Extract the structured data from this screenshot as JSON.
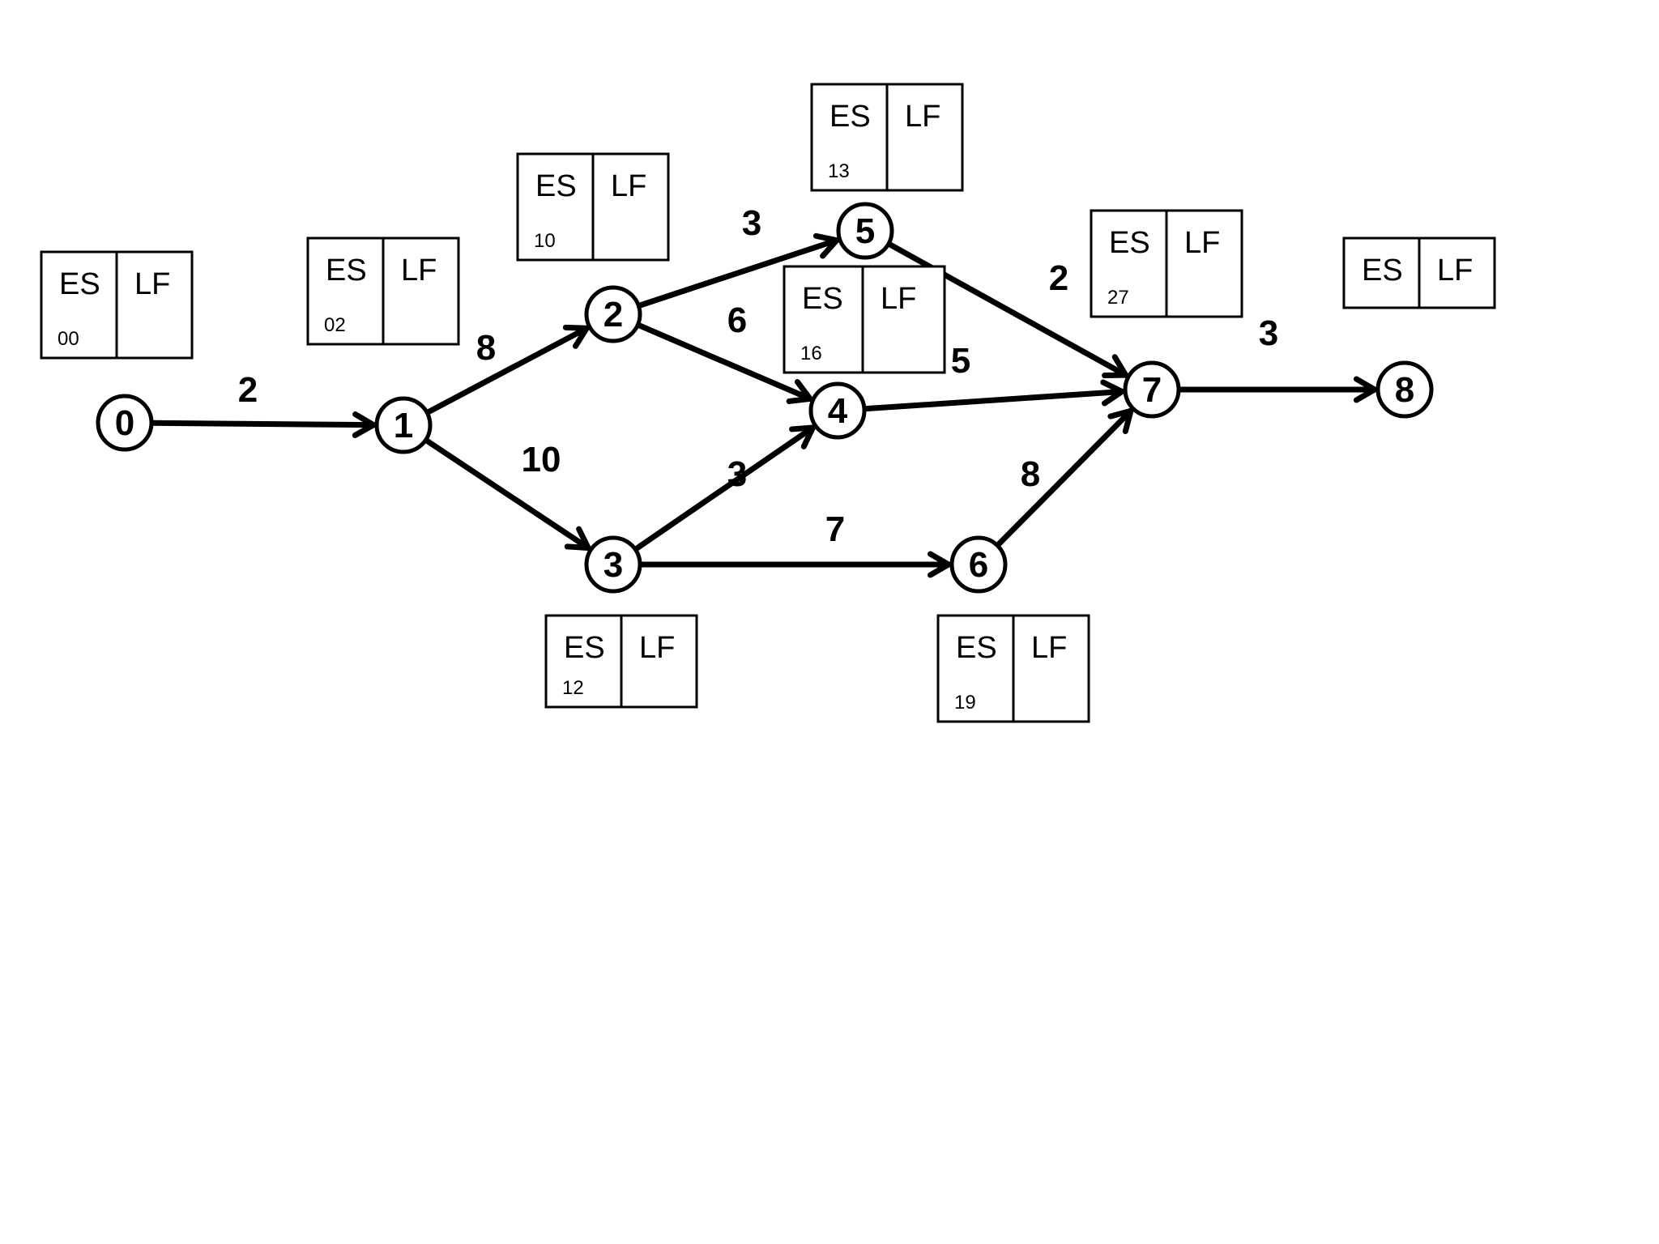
{
  "diagram": {
    "nodes": [
      {
        "id": "0",
        "label": "0"
      },
      {
        "id": "1",
        "label": "1"
      },
      {
        "id": "2",
        "label": "2"
      },
      {
        "id": "3",
        "label": "3"
      },
      {
        "id": "4",
        "label": "4"
      },
      {
        "id": "5",
        "label": "5"
      },
      {
        "id": "6",
        "label": "6"
      },
      {
        "id": "7",
        "label": "7"
      },
      {
        "id": "8",
        "label": "8"
      }
    ],
    "edges": [
      {
        "from": "0",
        "to": "1",
        "duration": "2"
      },
      {
        "from": "1",
        "to": "2",
        "duration": "8"
      },
      {
        "from": "1",
        "to": "3",
        "duration": "10"
      },
      {
        "from": "2",
        "to": "5",
        "duration": "3"
      },
      {
        "from": "2",
        "to": "4",
        "duration": "6"
      },
      {
        "from": "3",
        "to": "4",
        "duration": "3"
      },
      {
        "from": "3",
        "to": "6",
        "duration": "7"
      },
      {
        "from": "5",
        "to": "7",
        "duration": "2"
      },
      {
        "from": "4",
        "to": "7",
        "duration": "5"
      },
      {
        "from": "6",
        "to": "7",
        "duration": "8"
      },
      {
        "from": "7",
        "to": "8",
        "duration": "3"
      }
    ],
    "boxes": [
      {
        "node": "0",
        "es_label": "ES",
        "lf_label": "LF",
        "es_value": "00",
        "lf_value": ""
      },
      {
        "node": "1",
        "es_label": "ES",
        "lf_label": "LF",
        "es_value": "02",
        "lf_value": ""
      },
      {
        "node": "2",
        "es_label": "ES",
        "lf_label": "LF",
        "es_value": "10",
        "lf_value": ""
      },
      {
        "node": "5",
        "es_label": "ES",
        "lf_label": "LF",
        "es_value": "13",
        "lf_value": ""
      },
      {
        "node": "4",
        "es_label": "ES",
        "lf_label": "LF",
        "es_value": "16",
        "lf_value": ""
      },
      {
        "node": "7",
        "es_label": "ES",
        "lf_label": "LF",
        "es_value": "27",
        "lf_value": ""
      },
      {
        "node": "8",
        "es_label": "ES",
        "lf_label": "LF",
        "es_value": "",
        "lf_value": ""
      },
      {
        "node": "3",
        "es_label": "ES",
        "lf_label": "LF",
        "es_value": "12",
        "lf_value": ""
      },
      {
        "node": "6",
        "es_label": "ES",
        "lf_label": "LF",
        "es_value": "19",
        "lf_value": ""
      }
    ]
  }
}
